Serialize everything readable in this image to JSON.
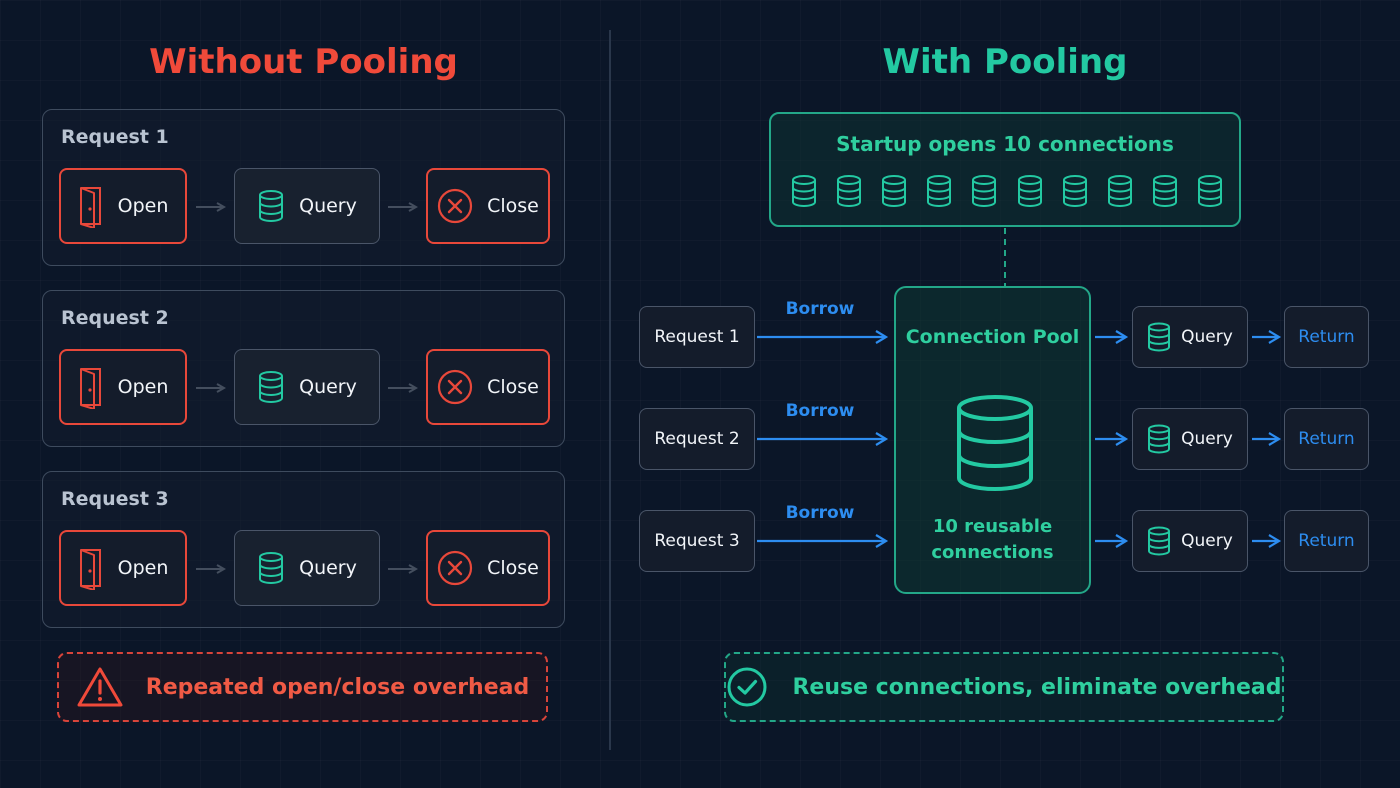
{
  "left": {
    "title": "Without Pooling",
    "panels": [
      {
        "label": "Request 1",
        "open": "Open",
        "query": "Query",
        "close": "Close"
      },
      {
        "label": "Request 2",
        "open": "Open",
        "query": "Query",
        "close": "Close"
      },
      {
        "label": "Request 3",
        "open": "Open",
        "query": "Query",
        "close": "Close"
      }
    ],
    "warning": "Repeated open/close overhead"
  },
  "right": {
    "title": "With Pooling",
    "startup": "Startup opens 10 connections",
    "pool_title": "Connection Pool",
    "pool_sub_line1": "10 reusable",
    "pool_sub_line2": "connections",
    "rows": [
      {
        "request": "Request 1",
        "borrow": "Borrow",
        "query": "Query",
        "return": "Return"
      },
      {
        "request": "Request 2",
        "borrow": "Borrow",
        "query": "Query",
        "return": "Return"
      },
      {
        "request": "Request 3",
        "borrow": "Borrow",
        "query": "Query",
        "return": "Return"
      }
    ],
    "success": "Reuse connections, eliminate overhead"
  },
  "colors": {
    "red": "#f04a3a",
    "teal": "#23c9a2",
    "blue": "#2d8df0",
    "background": "#0b1628"
  },
  "icons": [
    "door-icon",
    "database-icon",
    "close-circle-icon",
    "warning-icon",
    "check-circle-icon",
    "arrow-right-icon"
  ]
}
